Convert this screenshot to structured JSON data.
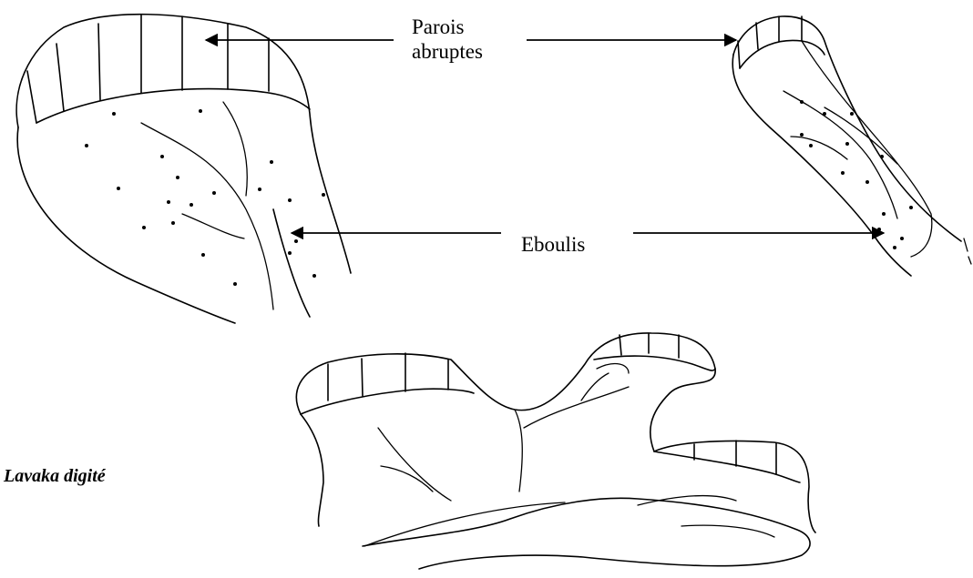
{
  "labels": {
    "steep_walls": [
      "Parois",
      "abruptes"
    ],
    "scree": "Eboulis",
    "caption": "Lavaka digité"
  },
  "colors": {
    "ink": "#000000",
    "background": "#ffffff"
  }
}
